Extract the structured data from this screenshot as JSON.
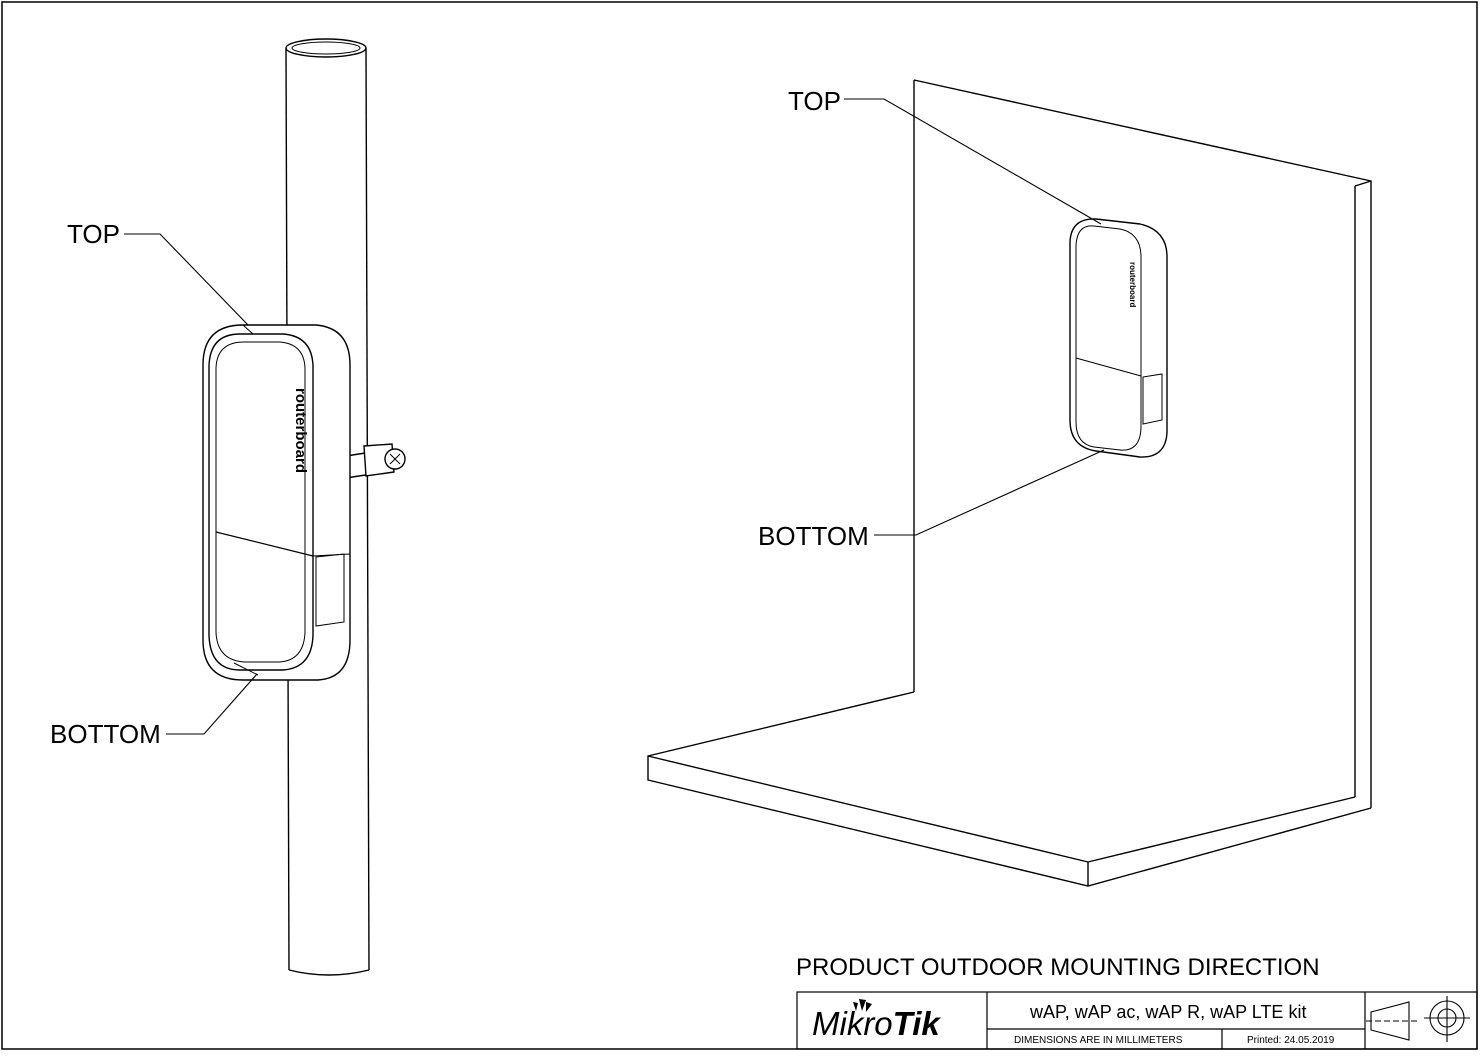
{
  "labels": {
    "pole_top": "TOP",
    "pole_bottom": "BOTTOM",
    "wall_top": "TOP",
    "wall_bottom": "BOTTOM"
  },
  "device_brand": "routerboard",
  "drawing_title": "PRODUCT OUTDOOR MOUNTING DIRECTION",
  "title_block": {
    "logo_regular": "Mikro",
    "logo_bold": "Tik",
    "model": "wAP, wAP ac, wAP R, wAP LTE kit",
    "dimensions_note": "DIMENSIONS ARE IN MILLIMETERS",
    "printed": "Printed: 24.05.2019"
  },
  "icons": [
    "projection-symbol-icon"
  ]
}
